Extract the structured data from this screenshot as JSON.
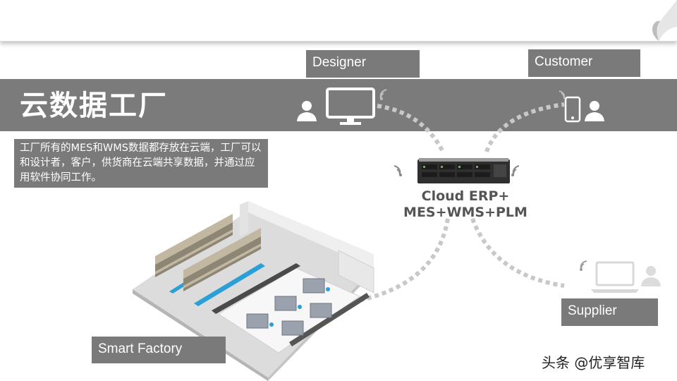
{
  "slide": {
    "title": "云数据工厂",
    "description": "工厂所有的MES和WMS数据都存放在云端，工厂可以和设计者，客户，供货商在云端共享数据，并通过应用软件协同工作。"
  },
  "nodes": {
    "designer": "Designer",
    "customer": "Customer",
    "supplier": "Supplier",
    "factory": "Smart Factory",
    "cloud_line1": "Cloud ERP+",
    "cloud_line2": "MES+WMS+PLM"
  },
  "watermark": "头条 @优享智库",
  "colors": {
    "banner": "#7b7b7b",
    "label_box": "#7a7a7a",
    "dotted_link": "#c8c8c8",
    "icon_gray": "#9a9a9a"
  },
  "icons": [
    "person-icon",
    "monitor-icon",
    "wifi-icon",
    "phone-icon",
    "server-icon",
    "laptop-icon",
    "factory-illustration"
  ]
}
